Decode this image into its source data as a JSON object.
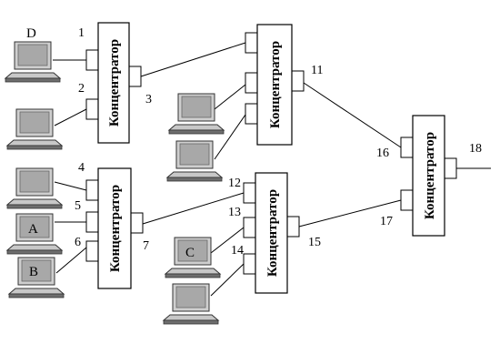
{
  "hub_label": "Концентратор",
  "ports": [
    "1",
    "2",
    "3",
    "4",
    "5",
    "6",
    "7",
    "11",
    "12",
    "13",
    "14",
    "15",
    "16",
    "17",
    "18"
  ],
  "pc_labels": {
    "A": "A",
    "B": "B",
    "C": "C",
    "D": "D"
  }
}
